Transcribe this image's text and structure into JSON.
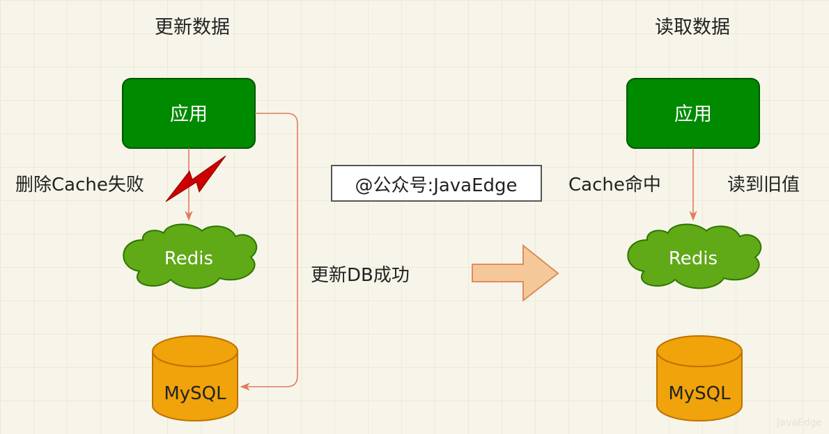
{
  "left": {
    "heading": "更新数据",
    "app_label": "应用",
    "redis_label": "Redis",
    "mysql_label": "MySQL",
    "delete_fail_label": "删除Cache失败",
    "update_db_label": "更新DB成功"
  },
  "right": {
    "heading": "读取数据",
    "app_label": "应用",
    "redis_label": "Redis",
    "mysql_label": "MySQL",
    "cache_hit_label": "Cache命中",
    "stale_read_label": "读到旧值"
  },
  "watermark_box": "@公众号:JavaEdge",
  "corner_watermark": "JavaEdge",
  "colors": {
    "app_fill": "#008a00",
    "app_stroke": "#005700",
    "cloud_fill": "#60a917",
    "cloud_stroke": "#2d7600",
    "db_fill": "#f0a30a",
    "db_stroke": "#bd7000",
    "connector": "#e07a5f",
    "bolt": "#cc0000",
    "big_arrow_fill": "#f5c89a",
    "big_arrow_stroke": "#e08a5f"
  }
}
